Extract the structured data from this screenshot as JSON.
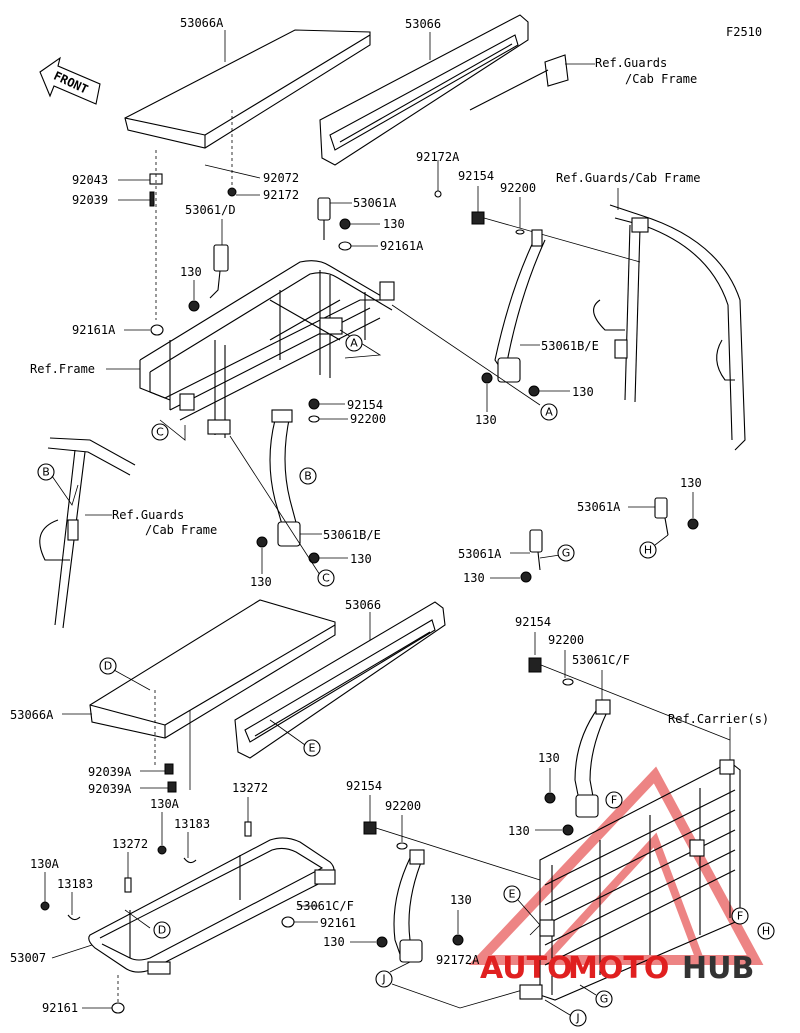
{
  "diagram_id": "F2510",
  "front_label": "FRONT",
  "refs": {
    "guards_cab_frame_a": "Ref.Guards",
    "guards_cab_frame_b": "/Cab Frame",
    "guards_cab_frame_full": "Ref.Guards/Cab Frame",
    "frame": "Ref.Frame",
    "carrier": "Ref.Carrier(s)"
  },
  "parts": {
    "p53066A": "53066A",
    "p53066": "53066",
    "p92043": "92043",
    "p92039": "92039",
    "p92072": "92072",
    "p92172": "92172",
    "p92172A": "92172A",
    "p53061D": "53061/D",
    "p53061A": "53061A",
    "p130": "130",
    "p92161A": "92161A",
    "p92154": "92154",
    "p92200": "92200",
    "p53061BE": "53061B/E",
    "p53061CF": "53061C/F",
    "p92039A": "92039A",
    "p130A": "130A",
    "p13183": "13183",
    "p13272": "13272",
    "p53007": "53007",
    "p92161": "92161"
  },
  "callouts": {
    "A": "A",
    "B": "B",
    "C": "C",
    "D": "D",
    "E": "E",
    "F": "F",
    "G": "G",
    "H": "H",
    "J": "J"
  },
  "watermark": {
    "part1": "AUTO",
    "part2": "MOTO",
    "part3": "HUB",
    "color_red": "#e02020",
    "color_dark": "#333333"
  }
}
